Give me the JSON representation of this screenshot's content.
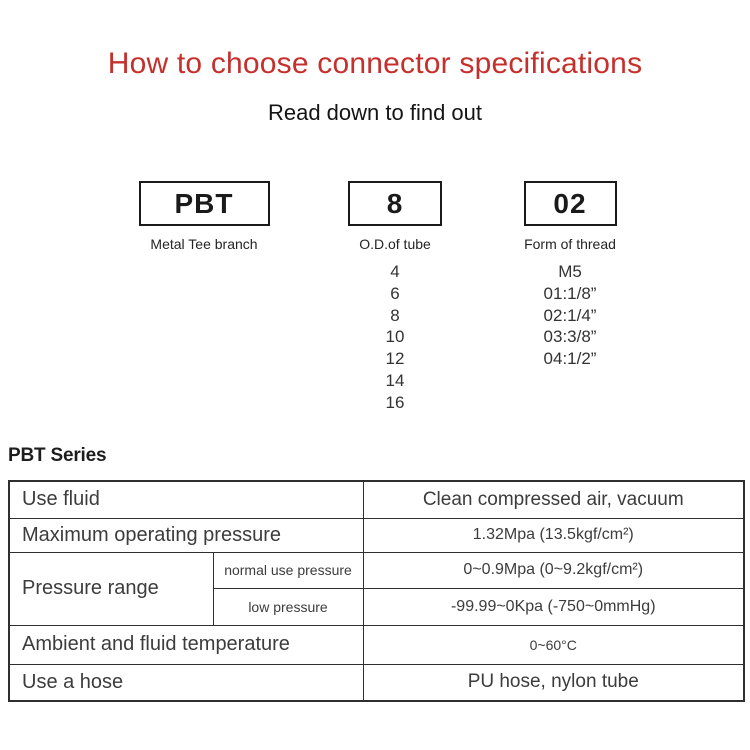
{
  "header": {
    "title": "How to choose connector specifications",
    "subtitle": "Read down to find out"
  },
  "code_groups": [
    {
      "code": "PBT",
      "label": "Metal Tee branch",
      "options": []
    },
    {
      "code": "8",
      "label": "O.D.of tube",
      "options": [
        "4",
        "6",
        "8",
        "10",
        "12",
        "14",
        "16"
      ]
    },
    {
      "code": "02",
      "label": "Form of thread",
      "options": [
        "M5",
        "01:1/8”",
        "02:1/4”",
        "03:3/8”",
        "04:1/2”"
      ]
    }
  ],
  "series_heading": "PBT Series",
  "spec_table": {
    "use_fluid": {
      "label": "Use fluid",
      "value": "Clean compressed air, vacuum"
    },
    "max_pressure": {
      "label": "Maximum operating pressure",
      "value": "1.32Mpa (13.5kgf/cm²)"
    },
    "pressure_range": {
      "label": "Pressure range",
      "normal": {
        "label": "normal use pressure",
        "value": "0~0.9Mpa (0~9.2kgf/cm²)"
      },
      "low": {
        "label": "low pressure",
        "value": "-99.99~0Kpa (-750~0mmHg)"
      }
    },
    "temperature": {
      "label": "Ambient and fluid temperature",
      "value": "0~60°C"
    },
    "hose": {
      "label": "Use a hose",
      "value": "PU hose, nylon tube"
    }
  },
  "colors": {
    "accent_red": "#c5302d",
    "row_beige": "#f5efe2",
    "border": "#2f2f2f",
    "text_dark": "#3c3c3c"
  }
}
